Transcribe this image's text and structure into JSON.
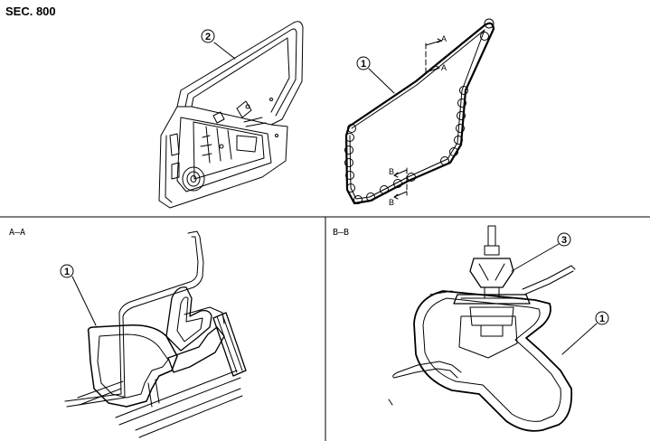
{
  "header": {
    "section": "SEC. 800"
  },
  "callouts": {
    "door_weatherstrip": "2",
    "glass_run": "1",
    "clip": "3"
  },
  "section_marks": {
    "a_top": "A",
    "a_bottom": "A",
    "b_top": "B",
    "b_bottom": "B"
  },
  "views": {
    "left_label": "A–A",
    "right_label": "B–B"
  }
}
